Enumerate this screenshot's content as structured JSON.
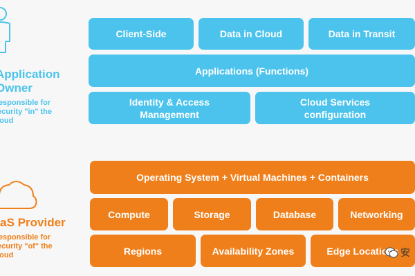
{
  "owner": {
    "title": "Application\nOwner",
    "description": "Responsible for\nsecurity \"in\" the\ncloud",
    "icon": "person-icon",
    "color": "#4cc3ec"
  },
  "provider": {
    "title": "IaaS Provider",
    "description": "Responsible for\nsecurity \"of\" the\ncloud",
    "icon": "cloud-icon",
    "color": "#ef7f1a"
  },
  "customer_layers": {
    "row1": [
      "Client-Side",
      "Data in Cloud",
      "Data in Transit"
    ],
    "row2": "Applications (Functions)",
    "row3": [
      "Identity & Access\nManagement",
      "Cloud Services\nconfiguration"
    ]
  },
  "provider_layers": {
    "row1": "Operating System + Virtual Machines + Containers",
    "row2": [
      "Compute",
      "Storage",
      "Database",
      "Networking"
    ],
    "row3": [
      "Regions",
      "Availability Zones",
      "Edge Locations"
    ]
  },
  "watermark": {
    "text": "安",
    "icon": "wechat-icon"
  }
}
